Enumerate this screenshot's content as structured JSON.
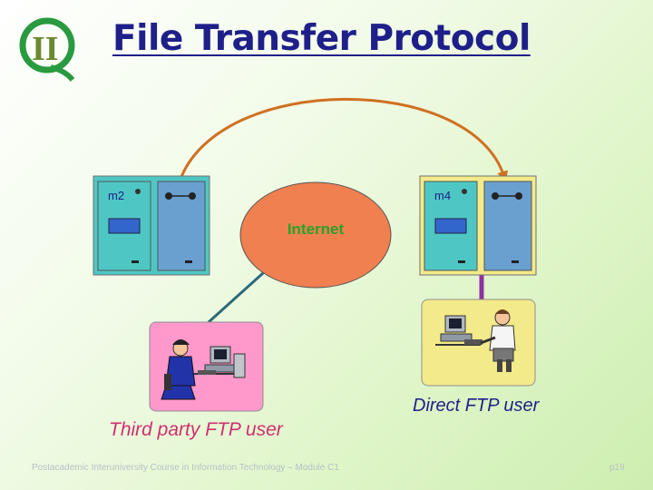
{
  "slide": {
    "title": "File Transfer Protocol",
    "logo": {
      "letters": "II",
      "colors": {
        "ring": "#2a9a40",
        "letter": "#6a8a30"
      }
    }
  },
  "diagram": {
    "machines": [
      {
        "name": "m2"
      },
      {
        "name": "m4"
      }
    ],
    "network": {
      "label": "Internet",
      "color": "#f08050",
      "label_color": "#2aa12a"
    },
    "users": {
      "third_party": {
        "label": "Third party FTP user",
        "panel_color": "#ff99cc"
      },
      "direct": {
        "label": "Direct FTP user",
        "panel_color": "#f3ea8a"
      }
    },
    "colors": {
      "arc": "#d07020",
      "link": "#2a6a7a",
      "direct_link": "#9030a0",
      "machine_panel": "#4ec7c4",
      "machine_panel_right": "#f3ea8a",
      "device": "#6aa0d0"
    }
  },
  "footer": {
    "course": "Postacademic Interuniversity Course in Information Technology – Module C1",
    "page": "p19"
  }
}
